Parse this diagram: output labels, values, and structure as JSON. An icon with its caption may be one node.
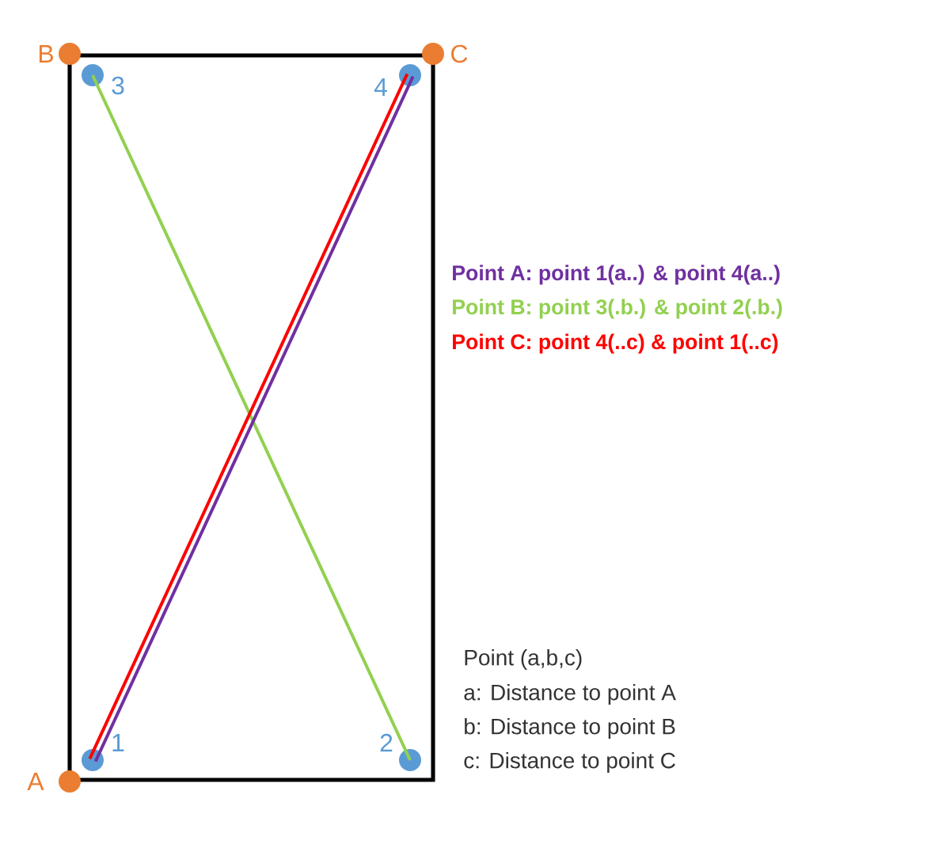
{
  "diagram": {
    "nodes": [
      {
        "text": [],
        "shape": "circle",
        "beside": [
          "B"
        ]
      },
      {
        "text": [],
        "shape": "circle",
        "beside": [
          "C"
        ]
      },
      {
        "text": [],
        "shape": "circle",
        "beside": [
          "3"
        ]
      },
      {
        "text": [],
        "shape": "circle",
        "beside": [
          "4"
        ]
      },
      {
        "text": [],
        "shape": "circle",
        "beside": [
          "1"
        ]
      },
      {
        "text": [],
        "shape": "circle",
        "beside": [
          "2"
        ]
      },
      {
        "text": [],
        "shape": "circle",
        "beside": [
          "A"
        ]
      }
    ],
    "edges": [
      {
        "from": 2,
        "to": 5,
        "arrow": "none",
        "color": "#92d050"
      },
      {
        "from": 4,
        "to": 3,
        "arrow": "none",
        "color": "#7030a0"
      },
      {
        "from": 4,
        "to": 3,
        "arrow": "none",
        "color": "#ff0000"
      }
    ],
    "labels": [
      "Point A: point 1(a..) & point 4(a..)",
      "Point B: point 3(.b.) & point 2(.b.)",
      "Point C: point 4(..c) & point 1(..c)",
      "Point (a,b,c)",
      "a: Distance to point A",
      "b: Distance to point B",
      "c: Distance to point C"
    ]
  }
}
